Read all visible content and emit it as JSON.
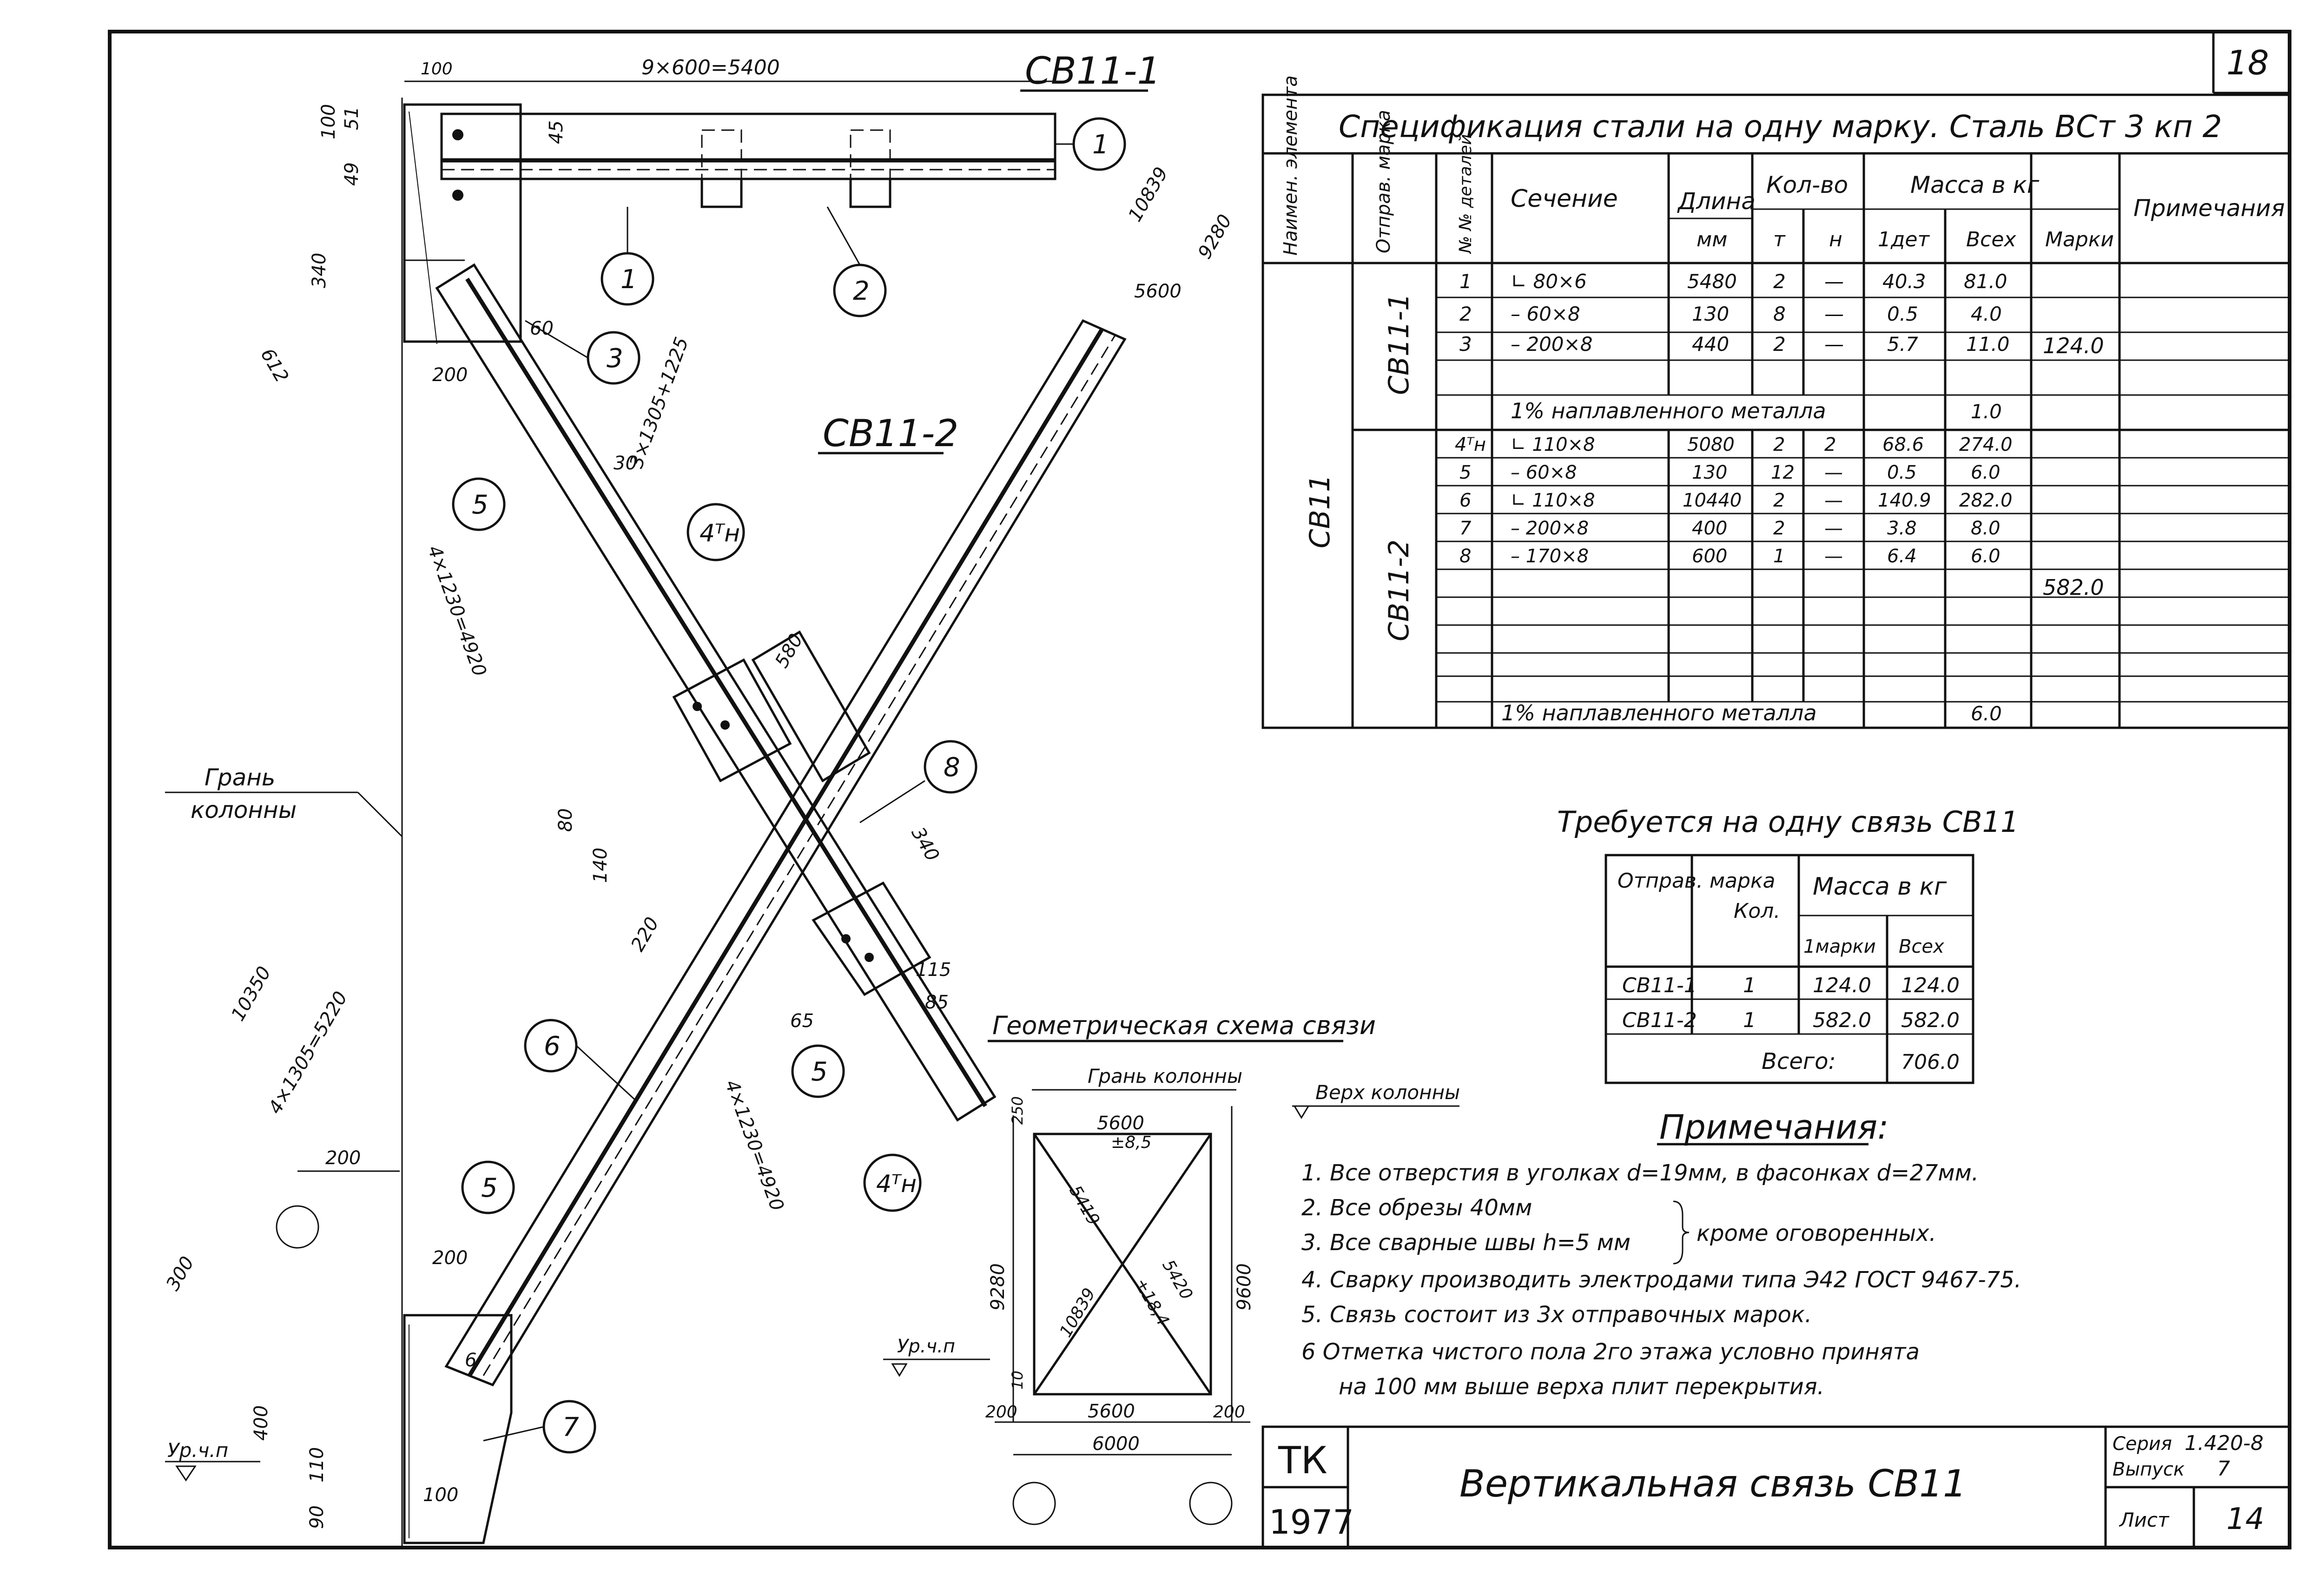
{
  "sheet": {
    "sheet_top_number": "18",
    "tk": "ТК",
    "year": "1977",
    "title": "Вертикальная связь СВ11",
    "series_label": "Серия",
    "series_value": "1.420-8",
    "issue_label": "Выпуск",
    "issue_value": "7",
    "sheet_label": "Лист",
    "sheet_value": "14"
  },
  "spec": {
    "title": "Спецификация стали на одну марку. Сталь ВСт 3 кп 2",
    "headers": {
      "elem": "Наимен. элемента",
      "mark": "Отправ. марка",
      "detail": "№ № деталей",
      "section": "Сечение",
      "length": "Длина",
      "length_unit": "мм",
      "qty": "Кол-во",
      "qty_t": "т",
      "qty_n": "н",
      "mass": "Масса в кг",
      "mass_one": "1дет",
      "mass_all": "Всех",
      "mass_mark": "Марки",
      "note": "Примечания"
    },
    "element": "СВ11",
    "groups": [
      {
        "mark": "СВ11-1",
        "mark_mass": "124.0",
        "rows": [
          {
            "no": "1",
            "section": "∟ 80×6",
            "length": "5480",
            "t": "2",
            "n": "—",
            "one": "40.3",
            "all": "81.0"
          },
          {
            "no": "2",
            "section": "– 60×8",
            "length": "130",
            "t": "8",
            "n": "—",
            "one": "0.5",
            "all": "4.0"
          },
          {
            "no": "3",
            "section": "– 200×8",
            "length": "440",
            "t": "2",
            "n": "—",
            "one": "5.7",
            "all": "11.0"
          }
        ],
        "weld_label": "1% наплавленного металла",
        "weld_mass": "1.0"
      },
      {
        "mark": "СВ11-2",
        "mark_mass": "582.0",
        "rows": [
          {
            "no": "4ᵀн",
            "section": "∟ 110×8",
            "length": "5080",
            "t": "2",
            "n": "2",
            "one": "68.6",
            "all": "274.0"
          },
          {
            "no": "5",
            "section": "– 60×8",
            "length": "130",
            "t": "12",
            "n": "—",
            "one": "0.5",
            "all": "6.0"
          },
          {
            "no": "6",
            "section": "∟ 110×8",
            "length": "10440",
            "t": "2",
            "n": "—",
            "one": "140.9",
            "all": "282.0"
          },
          {
            "no": "7",
            "section": "– 200×8",
            "length": "400",
            "t": "2",
            "n": "—",
            "one": "3.8",
            "all": "8.0"
          },
          {
            "no": "8",
            "section": "– 170×8",
            "length": "600",
            "t": "1",
            "n": "—",
            "one": "6.4",
            "all": "6.0"
          }
        ],
        "weld_label": "1% наплавленного металла",
        "weld_mass": "6.0"
      }
    ]
  },
  "required": {
    "title": "Требуется на одну связь СВ11",
    "h_mark": "Отправ. марка",
    "h_qty": "Кол.",
    "h_mass": "Масса в кг",
    "h_one": "1марки",
    "h_all": "Всех",
    "rows": [
      {
        "mark": "СВ11-1",
        "qty": "1",
        "one": "124.0",
        "all": "124.0"
      },
      {
        "mark": "СВ11-2",
        "qty": "1",
        "one": "582.0",
        "all": "582.0"
      }
    ],
    "total_label": "Всего:",
    "total": "706.0"
  },
  "notes": {
    "title": "Примечания:",
    "items": [
      "1. Все отверстия в уголках d=19мм, в фасонках d=27мм.",
      "2. Все обрезы 40мм",
      "3. Все сварные швы h=5 мм",
      "4. Сварку производить электродами типа Э42 ГОСТ 9467-75.",
      "5. Связь состоит из 3х отправочных марок.",
      "6 Отметка чистого пола 2го этажа условно принята",
      "на 100 мм выше верха плит перекрытия."
    ],
    "brace_text": "кроме оговоренных."
  },
  "drawing": {
    "cb11_1_label": "СВ11-1",
    "cb11_2_label": "СВ11-2",
    "top_dim": "9×600=5400",
    "top_dim_100": "100",
    "col_face": [
      "Грань",
      "колонны"
    ],
    "geo_title": "Геометрическая схема связи",
    "geo_col_face": "Грань колонны",
    "geo_col_top": "Верх колонны",
    "geo_top": "5600",
    "geo_top_tol": "±8,5",
    "geo_diag1": "5419",
    "geo_diag2": "10839",
    "geo_diag_tol": "±18,4",
    "geo_diag3": "5420",
    "geo_h1": "9280",
    "geo_h2": "9600",
    "geo_bottom": "5600",
    "geo_total": "6000",
    "geo_side": "200",
    "geo_250": "250",
    "geo_10": "10",
    "floor_mark": "Ур.ч.п",
    "callouts": [
      "1",
      "1",
      "2",
      "3",
      "5",
      "4ᵀн",
      "8",
      "6",
      "5",
      "5",
      "4ᵀн",
      "7"
    ],
    "dims": {
      "d340": "340",
      "d612": "612",
      "d60": "60",
      "d200": "200",
      "d3x1305": "3×1305+1225",
      "d30": "30",
      "d4x1230": "4×1230=4920",
      "d10839": "10839",
      "d9280": "9280",
      "d5600": "5600",
      "d580": "580",
      "d80": "80",
      "d140": "140",
      "d220": "220",
      "d340b": "340",
      "d115": "115",
      "d85": "85",
      "d65": "65",
      "d10350": "10350",
      "d4x1305": "4×1305=5220",
      "d300": "300",
      "d200b": "200",
      "d200c": "200",
      "d400": "400",
      "d110": "110",
      "d90": "90",
      "d100": "100",
      "d6": "6",
      "d45": "45",
      "d49": "49",
      "d51": "51",
      "d100v": "100",
      "d1230": "4×1230=4920"
    }
  }
}
